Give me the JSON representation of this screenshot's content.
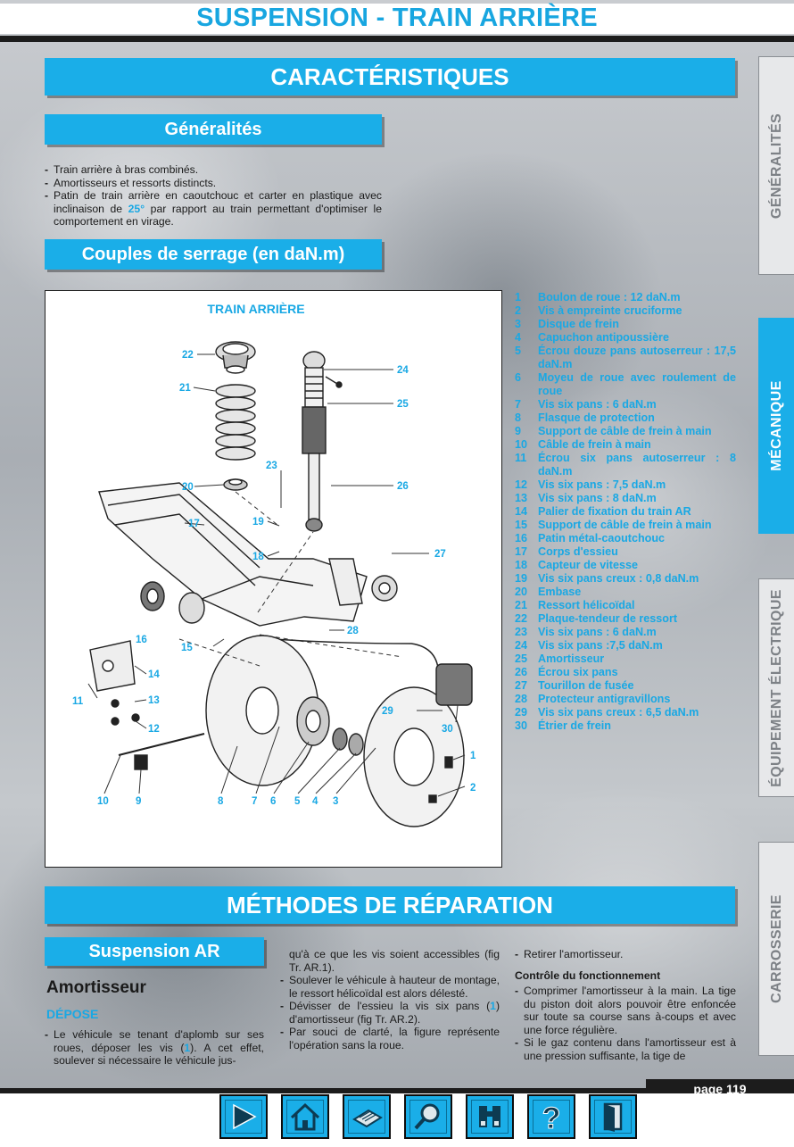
{
  "header": {
    "title": "SUSPENSION - TRAIN ARRIÈRE"
  },
  "sections": {
    "caracteristiques": "CARACTÉRISTIQUES",
    "generalites": "Généralités",
    "couples": "Couples de serrage (en daN.m)",
    "methodes": "MÉTHODES DE RÉPARATION",
    "suspension_ar": "Suspension AR"
  },
  "generalites_items": {
    "item1": "Train arrière à bras combinés.",
    "item2": "Amortisseurs et ressorts distincts.",
    "item3_pre": "Patin de train arrière en caoutchouc et carter en plastique avec inclinaison de ",
    "item3_hl": "25°",
    "item3_post": " par rapport au train permettant d'optimiser le comportement en virage."
  },
  "diagram": {
    "title": "TRAIN ARRIÈRE",
    "callouts": [
      "1",
      "2",
      "3",
      "4",
      "5",
      "6",
      "7",
      "8",
      "9",
      "10",
      "11",
      "12",
      "13",
      "14",
      "15",
      "16",
      "17",
      "18",
      "19",
      "20",
      "21",
      "22",
      "23",
      "24",
      "25",
      "26",
      "27",
      "28",
      "29",
      "30"
    ]
  },
  "legend": [
    {
      "num": "1",
      "text": "Boulon de roue : 12 daN.m"
    },
    {
      "num": "2",
      "text": "Vis à empreinte cruciforme"
    },
    {
      "num": "3",
      "text": "Disque de frein"
    },
    {
      "num": "4",
      "text": "Capuchon antipoussière"
    },
    {
      "num": "5",
      "text": "Écrou douze pans autoserreur : 17,5 daN.m"
    },
    {
      "num": "6",
      "text": "Moyeu de roue avec roulement de roue"
    },
    {
      "num": "7",
      "text": "Vis six pans : 6 daN.m"
    },
    {
      "num": "8",
      "text": "Flasque de protection"
    },
    {
      "num": "9",
      "text": "Support de câble de frein à main"
    },
    {
      "num": "10",
      "text": "Câble de frein à main"
    },
    {
      "num": "11",
      "text": "Écrou six pans autoserreur : 8 daN.m"
    },
    {
      "num": "12",
      "text": "Vis six pans : 7,5 daN.m"
    },
    {
      "num": "13",
      "text": "Vis six pans : 8 daN.m"
    },
    {
      "num": "14",
      "text": "Palier de fixation du train AR"
    },
    {
      "num": "15",
      "text": "Support de câble de frein à main"
    },
    {
      "num": "16",
      "text": "Patin métal-caoutchouc"
    },
    {
      "num": "17",
      "text": "Corps d'essieu"
    },
    {
      "num": "18",
      "text": "Capteur de vitesse"
    },
    {
      "num": "19",
      "text": "Vis six pans creux : 0,8 daN.m"
    },
    {
      "num": "20",
      "text": "Embase"
    },
    {
      "num": "21",
      "text": "Ressort hélicoïdal"
    },
    {
      "num": "22",
      "text": "Plaque-tendeur de ressort"
    },
    {
      "num": "23",
      "text": "Vis six pans : 6 daN.m"
    },
    {
      "num": "24",
      "text": "Vis six pans :7,5 daN.m"
    },
    {
      "num": "25",
      "text": "Amortisseur"
    },
    {
      "num": "26",
      "text": "Écrou six pans"
    },
    {
      "num": "27",
      "text": "Tourillon de fusée"
    },
    {
      "num": "28",
      "text": "Protecteur antigravillons"
    },
    {
      "num": "29",
      "text": "Vis six pans creux : 6,5 daN.m"
    },
    {
      "num": "30",
      "text": "Étrier de frein"
    }
  ],
  "methodes": {
    "amortisseur": "Amortisseur",
    "depose": "DÉPOSE",
    "col1_a": "Le véhicule se tenant d'aplomb sur ses roues, déposer les vis (",
    "col1_hl": "1",
    "col1_b": "). A cet effet, soulever si nécessaire le véhicule jus-",
    "col2_p1": "qu'à ce que les vis soient accessibles (fig Tr. AR.1).",
    "col2_li1": "Soulever le véhicule à hauteur de montage, le ressort hélicoïdal est alors délesté.",
    "col2_li2_a": "Dévisser de l'essieu la vis six pans (",
    "col2_li2_hl": "1",
    "col2_li2_b": ") d'amortisseur (fig Tr. AR.2).",
    "col2_li3": "Par souci de clarté, la figure représente l'opération sans la roue.",
    "col3_li1": "Retirer l'amortisseur.",
    "col3_heading": "Contrôle du fonctionnement",
    "col3_li2": "Comprimer l'amortisseur à la main. La tige du piston doit alors pouvoir être enfoncée sur toute sa course sans à-coups et avec une force régulière.",
    "col3_li3": "Si le gaz contenu dans l'amortisseur est à une pression suffisante, la tige de"
  },
  "tabs": {
    "generalites": "GÉNÉRALITÉS",
    "mecanique": "MÉCANIQUE",
    "equipement": "ÉQUIPEMENT ÉLECTRIQUE",
    "carrosserie": "CARROSSERIE"
  },
  "footer": {
    "page": "page 119"
  },
  "nav_icons": [
    "play-icon",
    "home-icon",
    "print-icon",
    "search-icon",
    "binoculars-icon",
    "help-icon",
    "exit-icon"
  ]
}
